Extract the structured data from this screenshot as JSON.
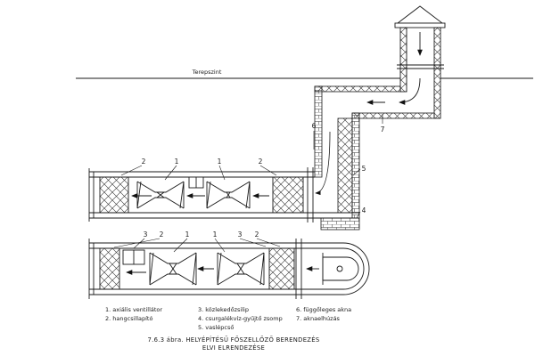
{
  "figure": {
    "ground_label": "Terepszint",
    "caption_line1": "7.6.3 ábra. HELYÉPÍTÉSŰ FŐSZELLŐZŐ BERENDEZÉS",
    "caption_line2": "ELVI ELRENDEZÉSE"
  },
  "legend": {
    "items_col1": [
      "1. axiális ventillátor",
      "2. hangcsillapító"
    ],
    "items_col2": [
      "3. közlekedőzsilip",
      "4. csurgalékvíz-gyűjtő zsomp",
      "5. vaslépcső"
    ],
    "items_col3": [
      "6. függőleges akna",
      "7. aknaelhúzás"
    ]
  },
  "callouts": {
    "upper_tunnel": [
      "2",
      "1",
      "1",
      "2"
    ],
    "lower_tunnel": [
      "3",
      "2",
      "1",
      "1",
      "3",
      "2"
    ],
    "shaft": {
      "vertical_shaft": "6",
      "surface_duct": "7",
      "ladder": "5",
      "sump": "4"
    }
  },
  "colors": {
    "line": "#1a1a1a",
    "background": "#ffffff"
  }
}
